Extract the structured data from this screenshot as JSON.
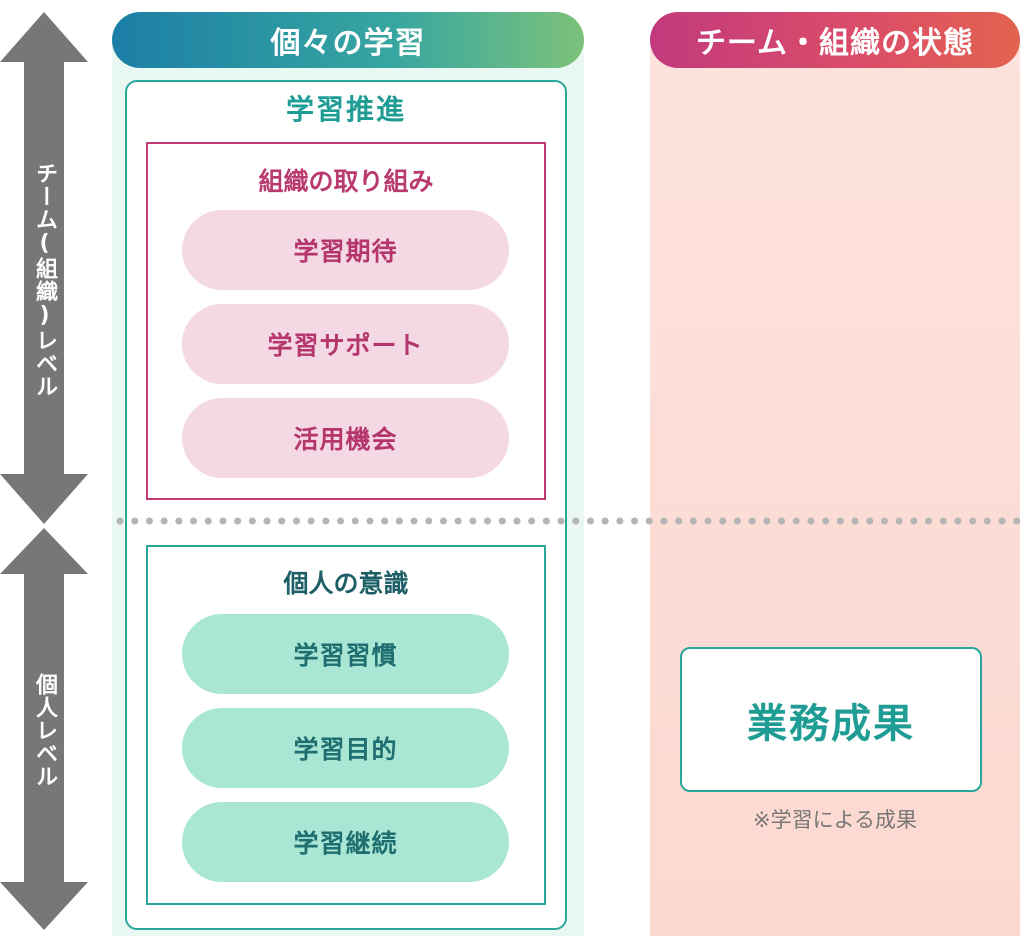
{
  "axis": {
    "team_level_label": "チーム(組織)レベル",
    "individual_level_label": "個人レベル"
  },
  "left_column": {
    "header": "個々の学習",
    "box_title": "学習推進",
    "org_section": {
      "title": "組織の取り組み",
      "items": [
        "学習期待",
        "学習サポート",
        "活用機会"
      ]
    },
    "individual_section": {
      "title": "個人の意識",
      "items": [
        "学習習慣",
        "学習目的",
        "学習継続"
      ]
    }
  },
  "right_column": {
    "header": "チーム・組織の状態",
    "result_box": "業務成果",
    "result_note": "※学習による成果"
  },
  "colors": {
    "teal": "#2aa69a",
    "magenta": "#be3c74",
    "pink_pill": "#f4d8e4",
    "green_pill": "#a9e6d4",
    "arrow_gray": "#777777",
    "dot_gray": "#b5b5b5"
  }
}
